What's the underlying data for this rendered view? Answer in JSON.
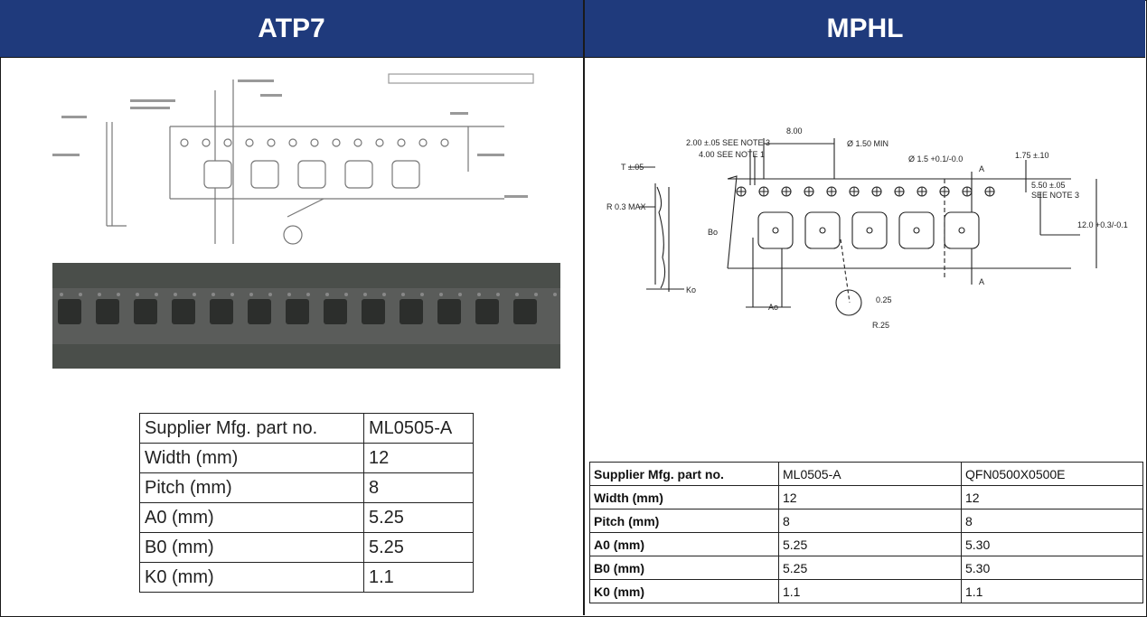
{
  "left_header": "ATP7",
  "right_header": "MPHL",
  "left_table": {
    "rows": [
      {
        "label": "Supplier Mfg. part no.",
        "value": "ML0505-A"
      },
      {
        "label": "Width (mm)",
        "value": "12"
      },
      {
        "label": "Pitch (mm)",
        "value": "8"
      },
      {
        "label": "A0 (mm)",
        "value": "5.25"
      },
      {
        "label": "B0 (mm)",
        "value": "5.25"
      },
      {
        "label": "K0 (mm)",
        "value": "1.1"
      }
    ]
  },
  "right_table": {
    "rows": [
      {
        "label": "Supplier Mfg. part no.",
        "v1": "ML0505-A",
        "v2": "QFN0500X0500E"
      },
      {
        "label": "Width (mm)",
        "v1": "12",
        "v2": "12"
      },
      {
        "label": "Pitch (mm)",
        "v1": "8",
        "v2": "8"
      },
      {
        "label": "A0 (mm)",
        "v1": "5.25",
        "v2": "5.30"
      },
      {
        "label": "B0 (mm)",
        "v1": "5.25",
        "v2": "5.30"
      },
      {
        "label": "K0 (mm)",
        "v1": "1.1",
        "v2": "1.1"
      }
    ]
  },
  "right_drawing": {
    "dim_pitch": "8.00",
    "dim_sprocket_pitch_note": "2.00 ±.05 SEE NOTE 3",
    "dim_sprocket_spacing_note": "4.00 SEE NOTE 1",
    "dim_hole_min": "Ø 1.50 MIN",
    "dim_hole": "Ø 1.5 +0.1/-0.0",
    "dim_edge": "1.75 ±.10",
    "dim_center": "5.50 ±.05",
    "dim_center_note": "SEE NOTE 3",
    "dim_width": "12.0 +0.3/-0.1",
    "dim_thickness": "T ±.05",
    "dim_radius_max": "R 0.3 MAX",
    "label_b0": "Bo",
    "label_a0": "Ao",
    "label_k0": "Ko",
    "label_section": "A",
    "dim_corner": "0.25",
    "dim_radius": "R.25"
  }
}
